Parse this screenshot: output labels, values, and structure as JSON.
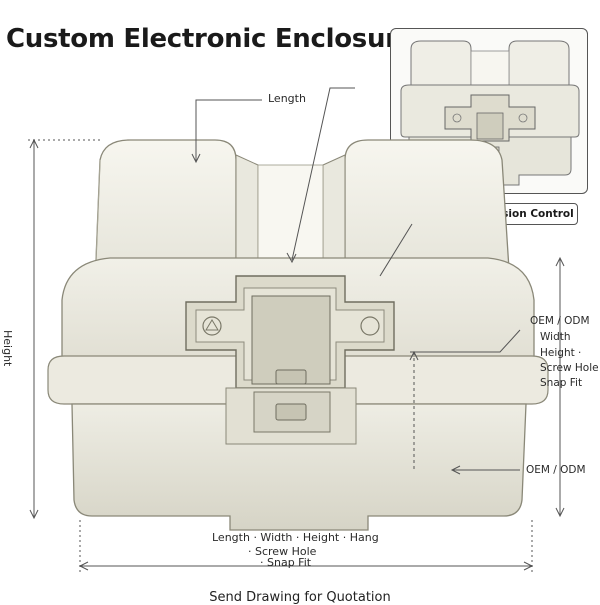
{
  "title": "Custom Electronic Enclosure",
  "callouts": {
    "length_top": "Length",
    "precision": "Precision Dimension Control",
    "left_vertical": "Height",
    "right_list": [
      "OEM / ODM",
      "Width",
      "Height ·",
      "Screw Hole",
      "Snap Fit"
    ],
    "right_lower": "OEM / ODM",
    "bottom_line1": "Length · Width · Height · Hang",
    "bottom_line2": "· Screw Hole",
    "bottom_line3": "· Snap Fit"
  },
  "footer": "Send Drawing for Quotation",
  "colors": {
    "plastic": "#ecebe2",
    "plastic_light": "#f6f5ee",
    "plastic_shadow": "#c9c7b8",
    "line": "#555555"
  }
}
